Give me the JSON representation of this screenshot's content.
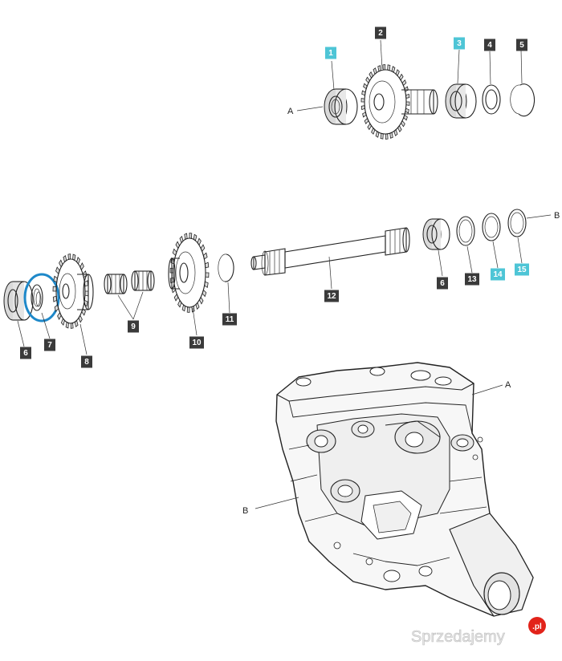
{
  "diagram": {
    "callouts": [
      {
        "id": "c1",
        "label": "1",
        "highlight": true
      },
      {
        "id": "c2",
        "label": "2",
        "highlight": false
      },
      {
        "id": "c3",
        "label": "3",
        "highlight": true
      },
      {
        "id": "c4",
        "label": "4",
        "highlight": false
      },
      {
        "id": "c5",
        "label": "5",
        "highlight": false
      },
      {
        "id": "c6a",
        "label": "6",
        "highlight": false
      },
      {
        "id": "c6b",
        "label": "6",
        "highlight": false
      },
      {
        "id": "c7",
        "label": "7",
        "highlight": false
      },
      {
        "id": "c8",
        "label": "8",
        "highlight": false
      },
      {
        "id": "c9",
        "label": "9",
        "highlight": false
      },
      {
        "id": "c10",
        "label": "10",
        "highlight": false
      },
      {
        "id": "c11",
        "label": "11",
        "highlight": false
      },
      {
        "id": "c12",
        "label": "12",
        "highlight": false
      },
      {
        "id": "c13",
        "label": "13",
        "highlight": false
      },
      {
        "id": "c14",
        "label": "14",
        "highlight": true
      },
      {
        "id": "c15",
        "label": "15",
        "highlight": true
      }
    ],
    "pointers": {
      "a_top": "A",
      "b_mid": "B",
      "a_housing": "A",
      "b_housing": "B"
    },
    "colors": {
      "tag_dark": "#3a3a3a",
      "tag_highlight": "#4ec5d6",
      "tag_text_dark": "#ffffff",
      "tag_text_highlight": "#ffffff",
      "circle_highlight": "#1e88c9"
    }
  },
  "watermark": {
    "text": "Sprzedajemy",
    "badge": ".pl",
    "badge_color": "#e2231a"
  }
}
